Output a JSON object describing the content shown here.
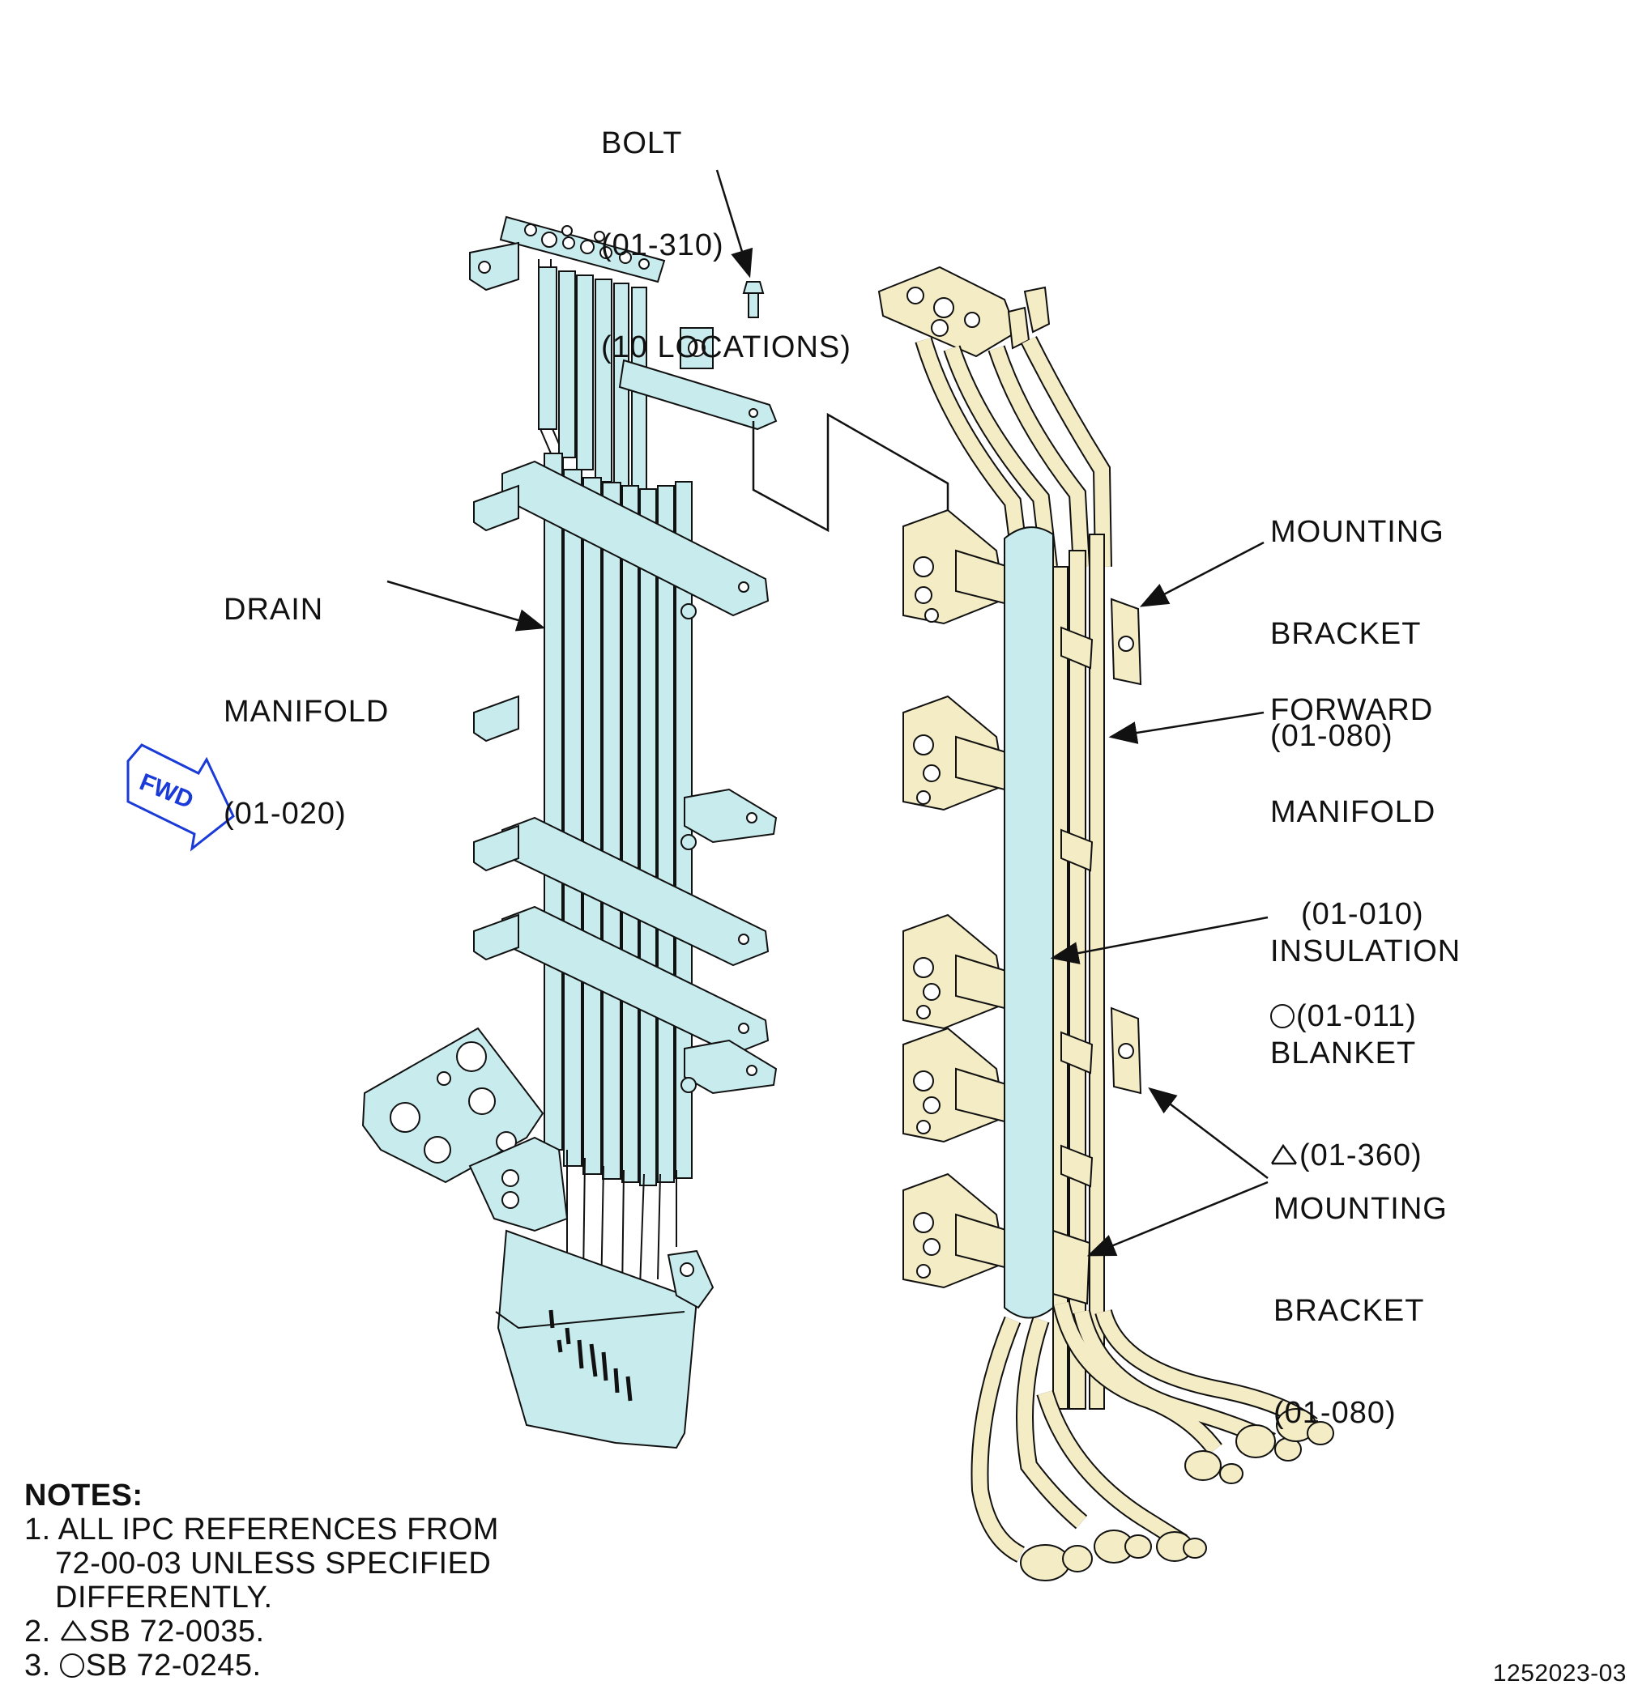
{
  "callouts": {
    "bolt": [
      "BOLT",
      "(01-310)",
      "(10 LOCATIONS)"
    ],
    "drain_manifold": [
      "DRAIN",
      "MANIFOLD",
      "(01-020)"
    ],
    "mounting_bracket_top": [
      "MOUNTING",
      "BRACKET",
      "(01-080)"
    ],
    "forward_manifold": [
      "FORWARD",
      "MANIFOLD",
      "(01-010)",
      "(01-011)"
    ],
    "insulation_blanket": [
      "INSULATION",
      "BLANKET",
      "(01-360)"
    ],
    "mounting_bracket_bottom": [
      "MOUNTING",
      "BRACKET",
      "(01-080)"
    ]
  },
  "fwd_label": "FWD",
  "notes": {
    "title": "NOTES:",
    "item1_l1": "1. ALL IPC REFERENCES FROM",
    "item1_l2": "72-00-03 UNLESS SPECIFIED",
    "item1_l3": "DIFFERENTLY.",
    "item2_prefix": "2.",
    "item2_text": "SB 72-0035.",
    "item3_prefix": "3.",
    "item3_text": "SB 72-0245."
  },
  "drawing_number": "1252023-03",
  "colors": {
    "drain_fill": "#c8ecee",
    "forward_fill": "#f3ecc4",
    "insulation_fill": "#c8ecee",
    "line": "#111111",
    "fwd_blue": "#1a3bd8"
  }
}
